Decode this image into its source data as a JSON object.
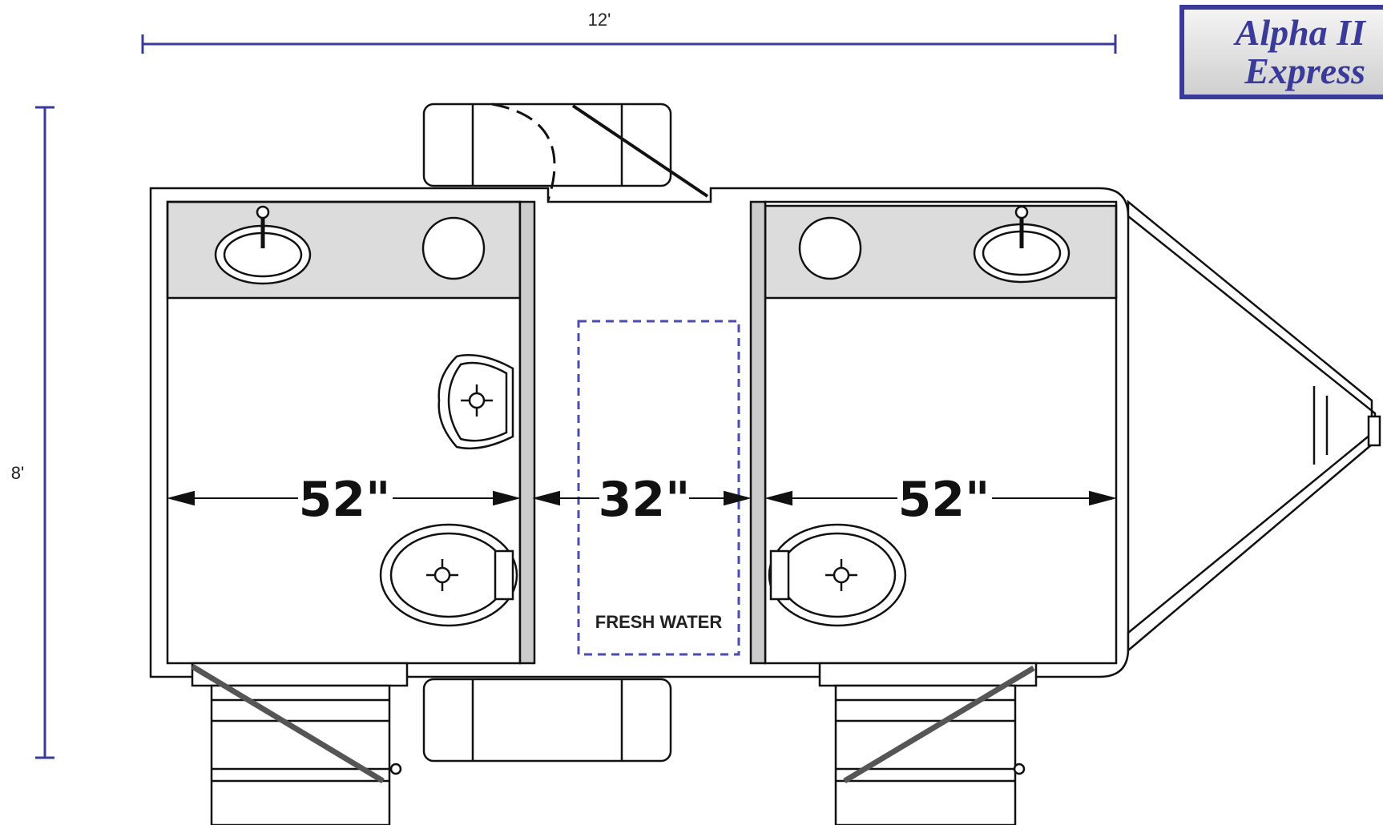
{
  "brand": {
    "line1": "Alpha II",
    "line2": "Express",
    "color": "#3a3a9a"
  },
  "dimensions": {
    "width": "12'",
    "height": "8'"
  },
  "rooms": {
    "left_width": "52\"",
    "center_width": "32\"",
    "right_width": "52\""
  },
  "tank_label": "FRESH WATER",
  "colors": {
    "dimension_line": "#3a3a9a",
    "counter_fill": "#dcdcdc",
    "wall_fill": "#cccccc",
    "tank_outline": "#4a4ab0"
  }
}
